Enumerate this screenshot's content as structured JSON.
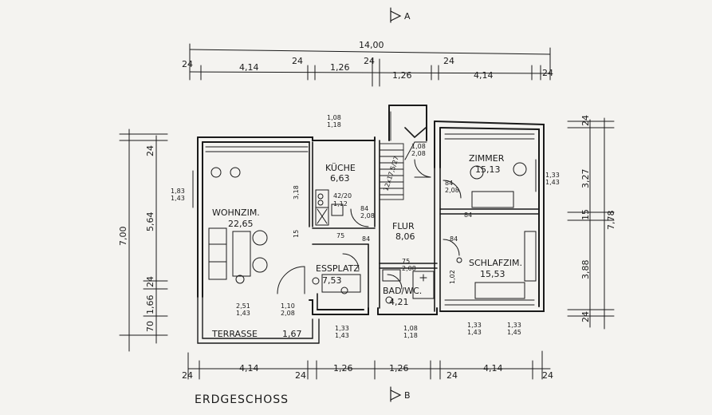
{
  "plan": {
    "title": "ERDGESCHOSS",
    "section_a": "A",
    "section_b": "B",
    "rooms": [
      {
        "name": "WOHNZIM.",
        "area": "22,65"
      },
      {
        "name": "KÜCHE",
        "area": "6,63"
      },
      {
        "name": "ZIMMER",
        "area": "15,13"
      },
      {
        "name": "FLUR",
        "area": "8,06"
      },
      {
        "name": "ESSPLATZ",
        "area": "7,53"
      },
      {
        "name": "BAD/WC.",
        "area": "4,21"
      },
      {
        "name": "SCHLAFZIM.",
        "area": "15,53"
      },
      {
        "name": "TERRASSE",
        "area": "1,67"
      }
    ],
    "top_dims": {
      "total": "14,00",
      "parts": [
        "24",
        "4,14",
        "24",
        "1,26",
        "24",
        "1,26",
        "24",
        "4,14",
        "24"
      ]
    },
    "bottom_dims": {
      "parts": [
        "24",
        "4,14",
        "24",
        "1,26",
        "1,26",
        "24",
        "4,14",
        "24"
      ]
    },
    "left_dims": {
      "total": "7,00",
      "parts": [
        "24",
        "5,64",
        "24",
        "1,66",
        "70"
      ]
    },
    "right_dims": {
      "total": "7,78",
      "parts": [
        "24",
        "3,27",
        "15",
        "3,88",
        "24"
      ]
    },
    "openings": {
      "kueche_door": "1,08\n1,18",
      "wohn_window": "1,83\n1,43",
      "wohn_height": "3,18",
      "wohn_height2": "15",
      "flur_door": "1,08\n2,08",
      "zimmer_window": "1,33\n1,43",
      "zimmer_door": "84\n2,08",
      "kueche_inner": "84\n2,08",
      "flur_inner1": "84",
      "flur_inner2": "84",
      "schlaf_door": "84",
      "schlaf_height": "1,02",
      "kueche_small1": "42/20",
      "kueche_small2": "1,12",
      "essplatz_small": "75",
      "terrasse_door1": "2,51\n1,43",
      "terrasse_door2": "1,10\n2,08",
      "bottom_win1": "1,33\n1,43",
      "bad_window": "1,08\n1,18",
      "bottom_win2": "1,33\n1,43",
      "bottom_win3": "1,33\n1,45",
      "bad_door": "75\n2,08",
      "stair": "12x17,5/27"
    }
  }
}
